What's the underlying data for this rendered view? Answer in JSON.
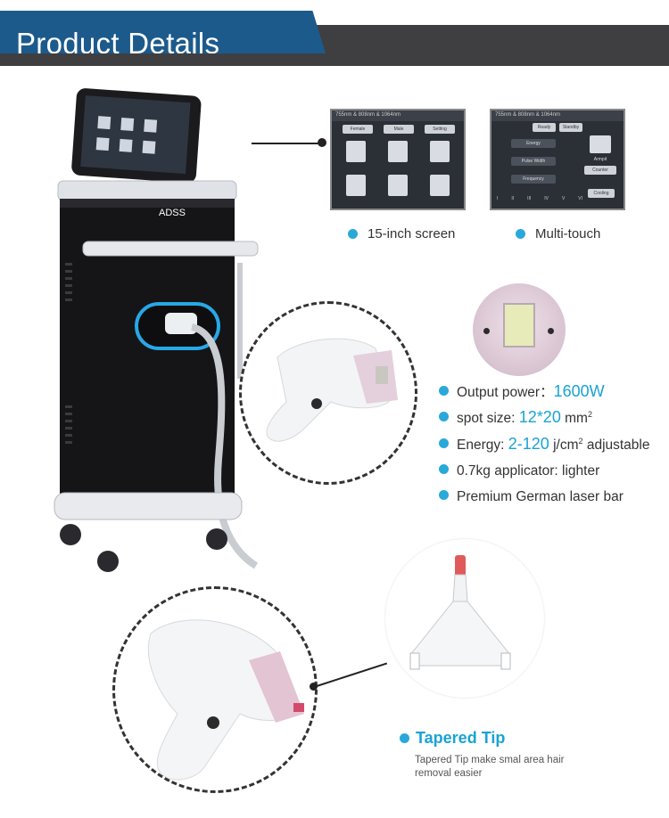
{
  "header": {
    "title": "Product Details"
  },
  "machine": {
    "brand": "ADSS"
  },
  "screens": {
    "screen_a": {
      "header": "755nm & 808nm & 1064nm",
      "tabs": [
        "Female",
        "Male",
        "Setting"
      ]
    },
    "screen_b": {
      "header": "755nm & 808nm & 1064nm",
      "tabs": [
        "Ready",
        "Standby"
      ],
      "rows": [
        "Energy",
        "Pulse Width",
        "Frequency"
      ],
      "side_label": "Armpit",
      "counter_label": "Counter",
      "cooling_label": "Cooling",
      "levels": [
        "I",
        "II",
        "III",
        "IV",
        "V",
        "VI"
      ]
    }
  },
  "features": [
    {
      "label": "15-inch screen"
    },
    {
      "label": "Multi-touch"
    }
  ],
  "specs": {
    "output_power": {
      "label": "Output power",
      "sep": "：",
      "value": "1600W"
    },
    "spot_size": {
      "label": "spot size: ",
      "value": "12*20",
      "unit": " mm",
      "sup": "2"
    },
    "energy": {
      "label": "Energy: ",
      "value": "2-120",
      "unit": " j/cm",
      "sup": "2",
      "suffix": " adjustable"
    },
    "applicator": {
      "label": "0.7kg applicator: lighter"
    },
    "laser_bar": {
      "label": "Premium German laser bar"
    }
  },
  "tip": {
    "title": "Tapered Tip",
    "description": "Tapered Tip make smal area hair removal easier"
  },
  "colors": {
    "header_blue": "#1c5a8c",
    "header_dark": "#3f3f42",
    "accent_cyan": "#29a9d9",
    "highlight_text": "#1aa3d4"
  }
}
